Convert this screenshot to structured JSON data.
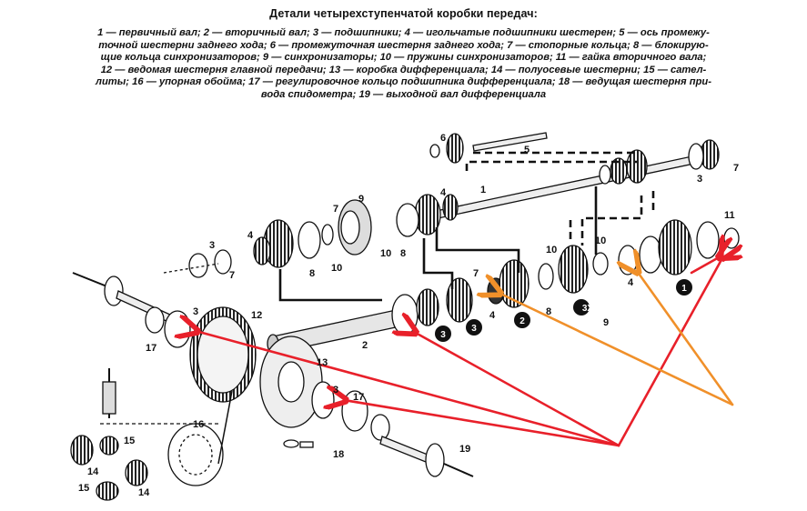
{
  "title": "Детали четырехступенчатой коробки передач:",
  "legend_lines": [
    "1 — первичный вал; 2 — вторичный вал; 3 — подшипники; 4 — игольчатые подшипники шестерен; 5 — ось промежу-",
    "точной шестерни заднего хода; 6 — промежуточная шестерня заднего хода; 7 — стопорные кольца; 8 — блокирую-",
    "щие кольца синхронизаторов; 9 — синхронизаторы; 10 — пружины синхронизаторов; 11 — гайка вторичного вала;",
    "12 — ведомая шестерня главной передачи; 13 — коробка дифференциала; 14 — полуосевые шестерни; 15 — сател-",
    "литы; 16 — упорная обойма; 17 — регулировочное кольцо подшипника дифференциала; 18 — ведущая шестерня при-",
    "вода спидометра; 19 — выходной вал дифференциала"
  ],
  "part_labels": [
    {
      "text": "6"
    },
    {
      "text": "5"
    },
    {
      "text": "7"
    },
    {
      "text": "3"
    },
    {
      "text": "1"
    },
    {
      "text": "4"
    },
    {
      "text": "9"
    },
    {
      "text": "7"
    },
    {
      "text": "4"
    },
    {
      "text": "3"
    },
    {
      "text": "7"
    },
    {
      "text": "8"
    },
    {
      "text": "10"
    },
    {
      "text": "10"
    },
    {
      "text": "8"
    },
    {
      "text": "11"
    },
    {
      "text": "10"
    },
    {
      "text": "10"
    },
    {
      "text": "4"
    },
    {
      "text": "7"
    },
    {
      "text": "4"
    },
    {
      "text": "8"
    },
    {
      "text": "9"
    },
    {
      "text": "12"
    },
    {
      "text": "3"
    },
    {
      "text": "17"
    },
    {
      "text": "2"
    },
    {
      "text": "13"
    },
    {
      "text": "3"
    },
    {
      "text": "17"
    },
    {
      "text": "18"
    },
    {
      "text": "19"
    },
    {
      "text": "16"
    },
    {
      "text": "15"
    },
    {
      "text": "14"
    },
    {
      "text": "15"
    },
    {
      "text": "14"
    }
  ],
  "badges": [
    {
      "text": "3"
    },
    {
      "text": "3"
    },
    {
      "text": "2"
    },
    {
      "text": "1"
    },
    {
      "text": "3X"
    }
  ],
  "colors": {
    "red_arrows": "#e8202a",
    "orange_arrows": "#f0902a",
    "ink": "#111111"
  }
}
